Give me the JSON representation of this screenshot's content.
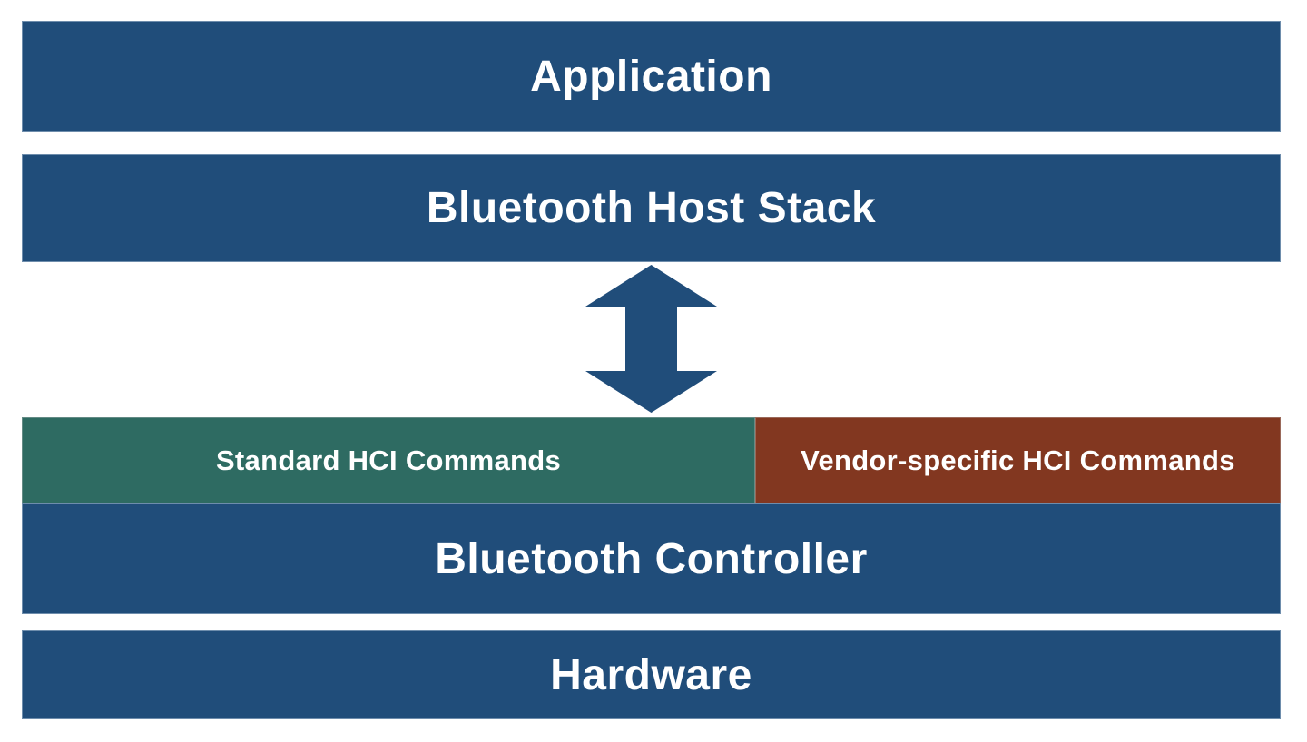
{
  "colors": {
    "layer_blue": "#204D7A",
    "hci_green": "#2E6B62",
    "hci_rust": "#823720",
    "label_text": "#FFFFFF",
    "background": "#FFFFFF",
    "arrow": "#204D7A"
  },
  "layers": {
    "application": {
      "label": "Application"
    },
    "host_stack": {
      "label": "Bluetooth Host Stack"
    },
    "hci": {
      "standard": {
        "label": "Standard HCI Commands"
      },
      "vendor": {
        "label": "Vendor-specific HCI Commands"
      }
    },
    "controller": {
      "label": "Bluetooth Controller"
    },
    "hardware": {
      "label": "Hardware"
    }
  },
  "icons": {
    "arrow": "bidirectional-vertical-arrow"
  }
}
